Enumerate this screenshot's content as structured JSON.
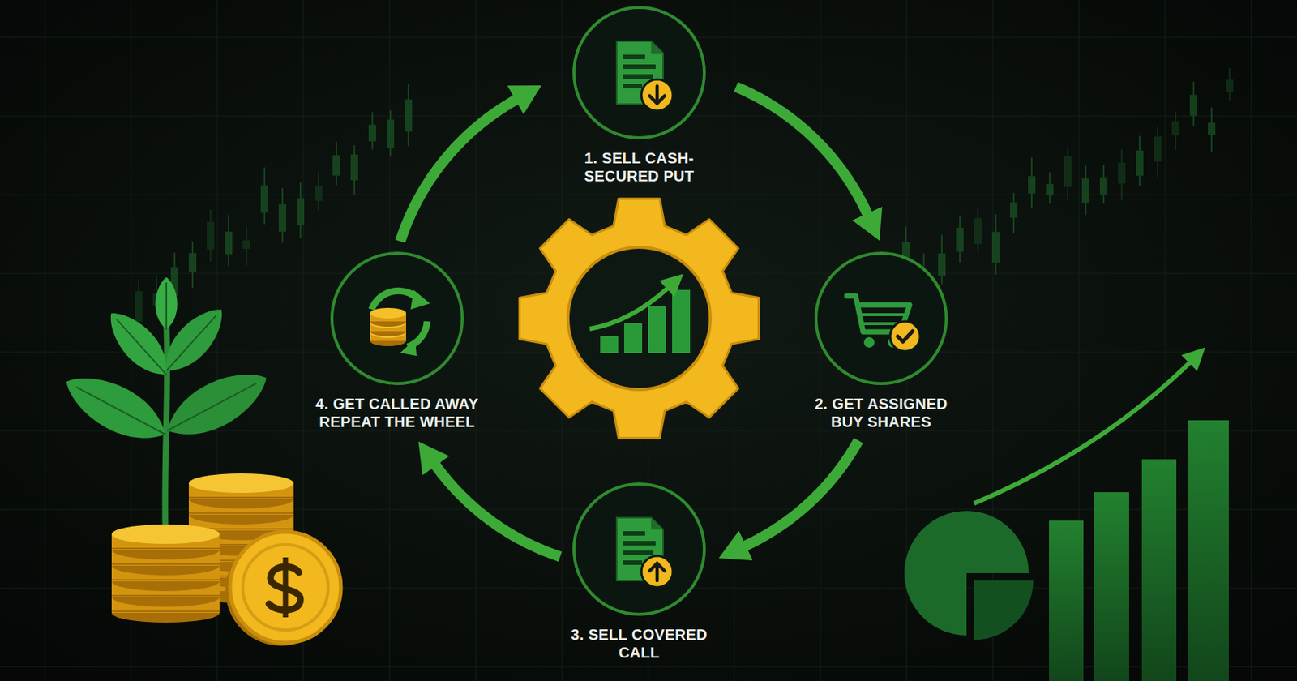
{
  "diagram": {
    "nodes": [
      {
        "text": [
          "1. SELL CASH-SECURED PUT"
        ]
      },
      {
        "text": [
          "2. GET ASSIGNED BUY SHARES"
        ]
      },
      {
        "text": [
          "3. SELL COVERED CALL"
        ]
      },
      {
        "text": [
          "4. GET CALLED AWAY REPEAT THE WHEEL"
        ]
      }
    ],
    "edges": [
      {
        "from": 0,
        "to": 1,
        "arrow": "to"
      },
      {
        "from": 1,
        "to": 2,
        "arrow": "to"
      },
      {
        "from": 2,
        "to": 3,
        "arrow": "to"
      },
      {
        "from": 3,
        "to": 0,
        "arrow": "to"
      }
    ]
  }
}
